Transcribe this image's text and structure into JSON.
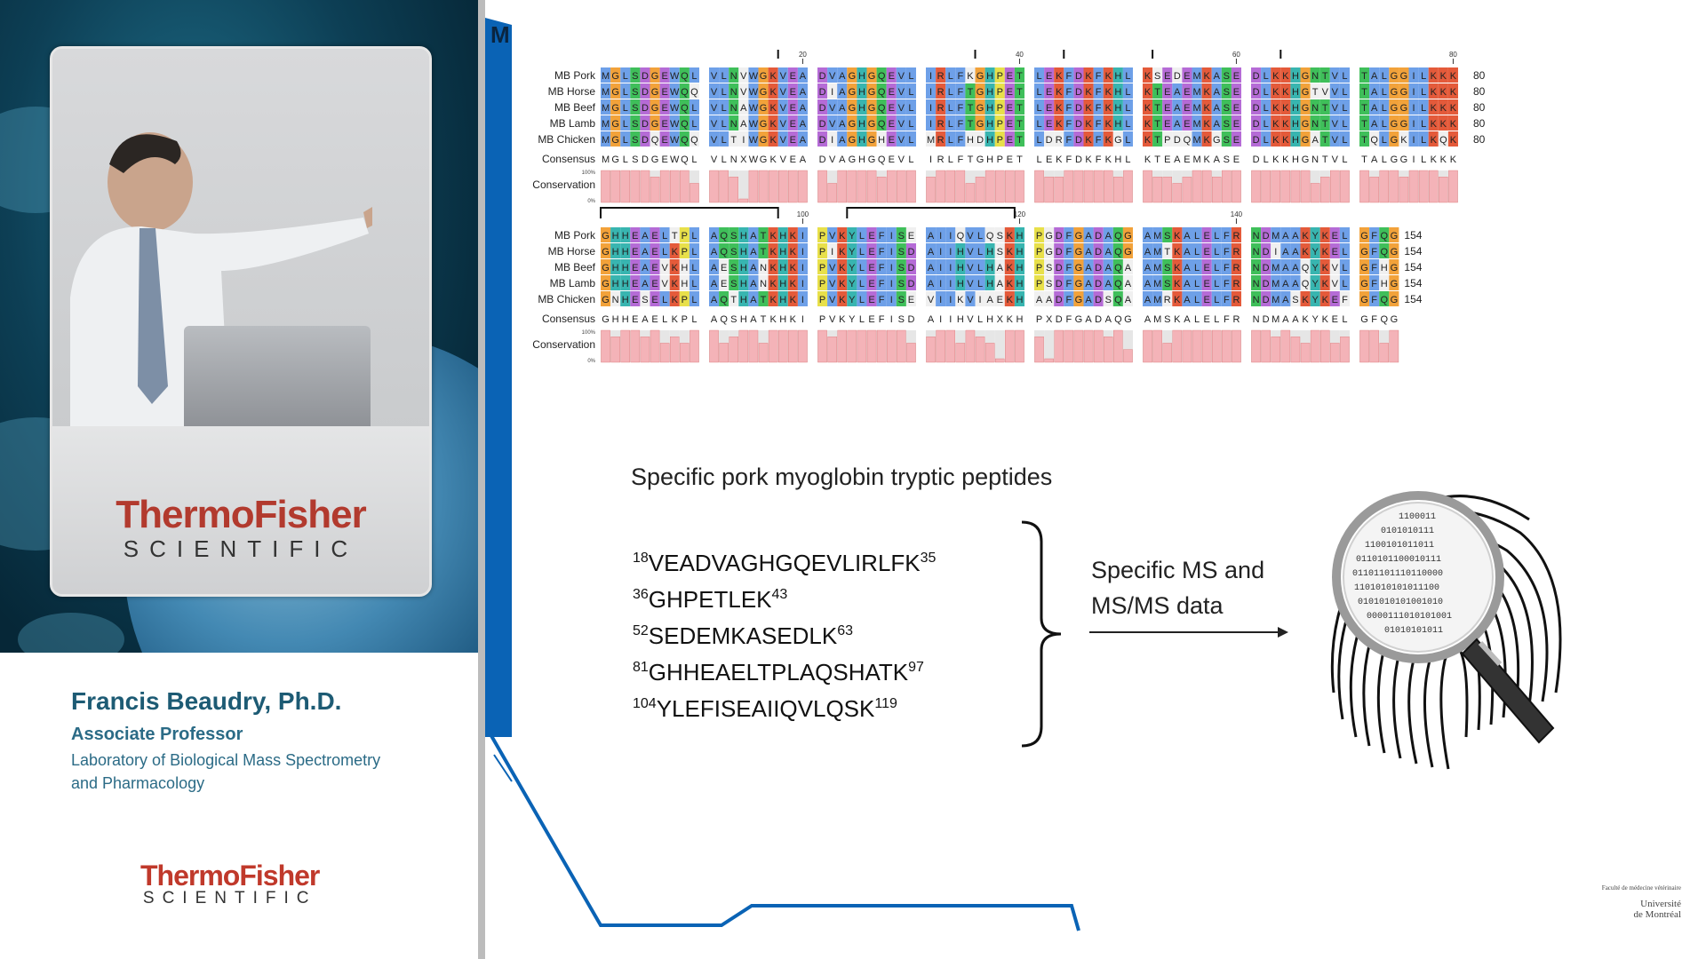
{
  "presenter": {
    "name": "Francis Beaudry, Ph.D.",
    "role": "Associate Professor",
    "lab_line1": "Laboratory of Biological Mass Spectrometry",
    "lab_line2": "and Pharmacology"
  },
  "sponsor": {
    "name_top": "ThermoFisher",
    "name_bottom": "SCIENTIFIC"
  },
  "alignment": {
    "block1": {
      "rows": [
        {
          "label": "MB Pork",
          "seq": "MGLSDGEWQLVLNVWGKVEADVAGHGQEVLIRLFKGHPETLEKFDKFKHLKSEDEMKASEDLKKHGNTVLTALGGILKKK",
          "end": "80"
        },
        {
          "label": "MB Horse",
          "seq": "MGLSDGEWQQVLNVWGKVEADIAGHGQEVLIRLFTGHPETLEKFDKFKHLKTEAEMKASEDLKKHGTVVLTALGGILKKK",
          "end": "80"
        },
        {
          "label": "MB Beef",
          "seq": "MGLSDGEWQLVLNAWGKVEADVAGHGQEVLIRLFTGHPETLEKFDKFKHLKTEAEMKASEDLKKHGNTVLTALGGILKKK",
          "end": "80"
        },
        {
          "label": "MB Lamb",
          "seq": "MGLSDGEWQLVLNAWGKVEADVAGHGQEVLIRLFTGHPETLEKFDKFKHLKTEAEMKASEDLKKHGNTVLTALGGILKKK",
          "end": "80"
        },
        {
          "label": "MB Chicken",
          "seq": "MGLSDQEWQQVLTIWGKVEADIAGHGHEVLMRLFHDHPETLDRFDKFKGLKTPDQMKGSEDLKKHGATVLTQLGKILKQK",
          "end": "80"
        }
      ],
      "consensus": "MGLSDGEWQLVLNXWGKVEADVAGHGQEVLIRLFTGHPETLEKFDKFKHLKTEAEMKASEDLKKHGNTVLTALGGILKKK",
      "ticks": [
        "20",
        "40",
        "60",
        "80"
      ]
    },
    "block2": {
      "rows": [
        {
          "label": "MB Pork",
          "seq": "GHHEAELTPLAQSHATKHKIPVKYLEFISEAIIQVLQSKHPGDFGADAQGAMSKALELFRNDMAAKYKELGFQG",
          "end": "154"
        },
        {
          "label": "MB Horse",
          "seq": "GHHEAELKPLAQSHATKHKIPIKYLEFISDAIIHVLHSKHPGDFGADAQGAMTKALELFRNDIAAKYKELGFQG",
          "end": "154"
        },
        {
          "label": "MB Beef",
          "seq": "GHHEAEVKHLAESHANKHKIPVKYLEFISDAIIHVLHAKHPSDFGADAQAAMSKALELFRNDMAAQYKVLGFHG",
          "end": "154"
        },
        {
          "label": "MB Lamb",
          "seq": "GHHEAEVKHLAESHANKHKIPVKYLEFISDAIIHVLHAKHPSDFGADAQAAMSKALELFRNDMAAQYKVLGFHG",
          "end": "154"
        },
        {
          "label": "MB Chicken",
          "seq": "GNHESELKPLAQTHATKHKIPVKYLEFISEVIIKVIAEKHAADFGADSQAAMRKALELFRNDMASKYKEFGFQG",
          "end": "154"
        }
      ],
      "consensus": "GHHEAELKPLAQSHATKHKIPVKYLEFISDAIIHVLHXKHPXDFGADAQGAMSKALELFRNDMAAKYKELGFQG",
      "ticks": [
        "100",
        "120",
        "140"
      ]
    },
    "consensus_label": "Consensus",
    "conservation_label": "Conservation",
    "scale_top": "100%",
    "scale_bottom": "0%"
  },
  "peptides_title": "Specific pork myoglobin tryptic peptides",
  "peptides": [
    {
      "start": "18",
      "seq": "VEADVAGHGQEVLIRLFK",
      "end": "35"
    },
    {
      "start": "36",
      "seq": "GHPETLEK",
      "end": "43"
    },
    {
      "start": "52",
      "seq": "SEDEMKASEDLK",
      "end": "63"
    },
    {
      "start": "81",
      "seq": "GHHEAELTPLAQSHATK",
      "end": "97"
    },
    {
      "start": "104",
      "seq": "YLEFISEAIIQVLQSK",
      "end": "119"
    }
  ],
  "ms_label_line1": "Specific MS and",
  "ms_label_line2": "MS/MS data",
  "fingerprint_binary": [
    "1100011",
    "0101010111",
    "1100101011011",
    "0110101100010111",
    "01101101110110000",
    "1101010101011100",
    "0101010101001010",
    "0000111010101001",
    "01010101011"
  ],
  "institution": {
    "faculty": "Faculté de médecine vétérinaire",
    "name_line1": "Université",
    "name_line2": "de Montréal"
  },
  "colors": {
    "accent_blue": "#0a63b5",
    "brand_red": "#c0392b",
    "name_teal": "#1d5b74",
    "conservation_pink": "#f4b3b8"
  }
}
